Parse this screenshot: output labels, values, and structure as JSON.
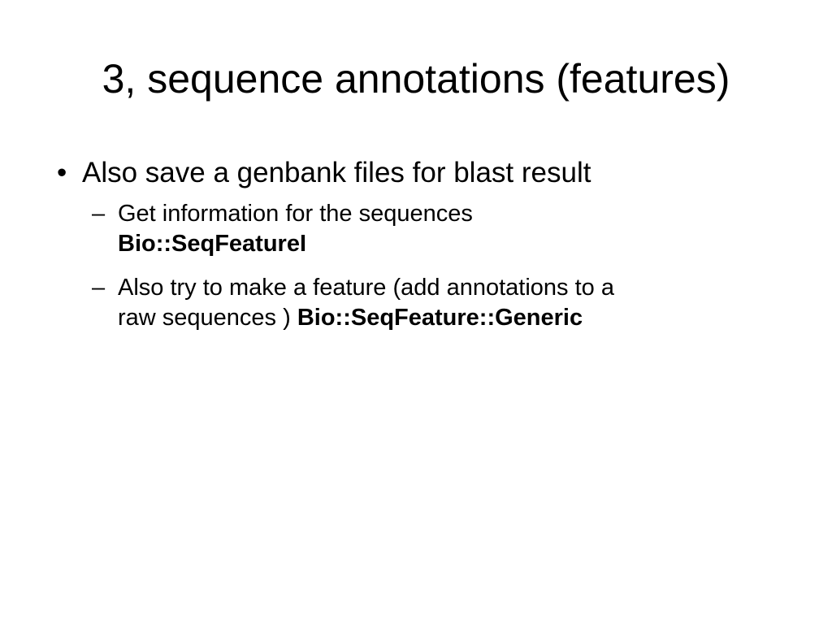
{
  "slide": {
    "title": "3, sequence annotations (features)",
    "bullets": [
      {
        "marker": "•",
        "text": "Also save a genbank files for blast result",
        "sub_bullets": [
          {
            "marker": "–",
            "line1": "Get information for the sequences",
            "line2_bold": "Bio::SeqFeatureI"
          },
          {
            "marker": "–",
            "line1": "Also try to make a feature (add annotations to a",
            "line2_plain": "raw sequences ) ",
            "line2_bold": "Bio::SeqFeature::Generic"
          }
        ]
      }
    ]
  }
}
